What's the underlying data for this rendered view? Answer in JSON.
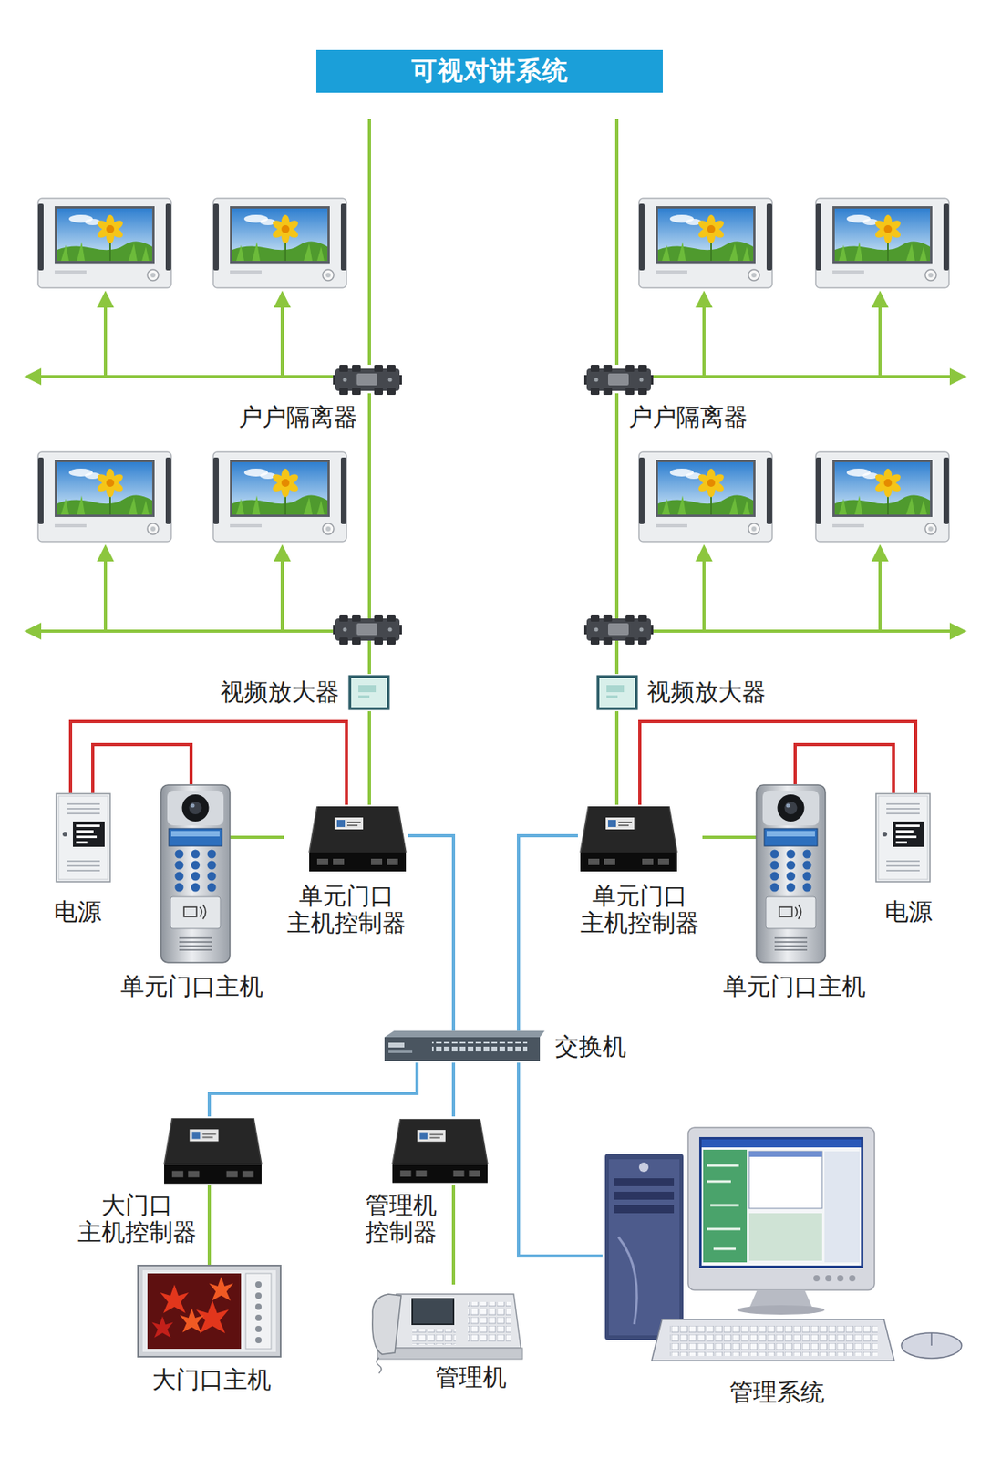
{
  "diagram": {
    "title": "可视对讲系统",
    "nodes": [
      {
        "text": [
          "户户隔离器"
        ]
      },
      {
        "text": [
          "户户隔离器"
        ]
      },
      {
        "text": [
          "视频放大器"
        ]
      },
      {
        "text": [
          "视频放大器"
        ]
      },
      {
        "text": [
          "电源"
        ]
      },
      {
        "text": [
          "单元门口主机"
        ]
      },
      {
        "text": [
          "单元门口 主机控制器"
        ]
      },
      {
        "text": [
          "单元门口 主机控制器"
        ]
      },
      {
        "text": [
          "单元门口主机"
        ]
      },
      {
        "text": [
          "电源"
        ]
      },
      {
        "text": [
          "交换机"
        ]
      },
      {
        "text": [
          "大门口 主机控制器"
        ]
      },
      {
        "text": [
          "管理机 控制器"
        ]
      },
      {
        "text": [
          "大门口主机"
        ]
      },
      {
        "text": [
          "管理机"
        ]
      },
      {
        "text": [
          "管理系统"
        ]
      }
    ],
    "edges": [
      {
        "from": 0,
        "to": 2,
        "arrow": "none"
      },
      {
        "from": 1,
        "to": 3,
        "arrow": "none"
      },
      {
        "from": 2,
        "to": 6,
        "arrow": "none"
      },
      {
        "from": 3,
        "to": 7,
        "arrow": "none"
      },
      {
        "from": 4,
        "to": 5,
        "arrow": "none"
      },
      {
        "from": 4,
        "to": 6,
        "arrow": "none"
      },
      {
        "from": 5,
        "to": 6,
        "arrow": "none"
      },
      {
        "from": 7,
        "to": 8,
        "arrow": "none"
      },
      {
        "from": 9,
        "to": 7,
        "arrow": "none"
      },
      {
        "from": 9,
        "to": 8,
        "arrow": "none"
      },
      {
        "from": 6,
        "to": 10,
        "arrow": "none"
      },
      {
        "from": 7,
        "to": 10,
        "arrow": "none"
      },
      {
        "from": 10,
        "to": 11,
        "arrow": "none"
      },
      {
        "from": 10,
        "to": 12,
        "arrow": "none"
      },
      {
        "from": 10,
        "to": 15,
        "arrow": "none"
      },
      {
        "from": 11,
        "to": 13,
        "arrow": "none"
      },
      {
        "from": 12,
        "to": 14,
        "arrow": "none"
      }
    ]
  }
}
